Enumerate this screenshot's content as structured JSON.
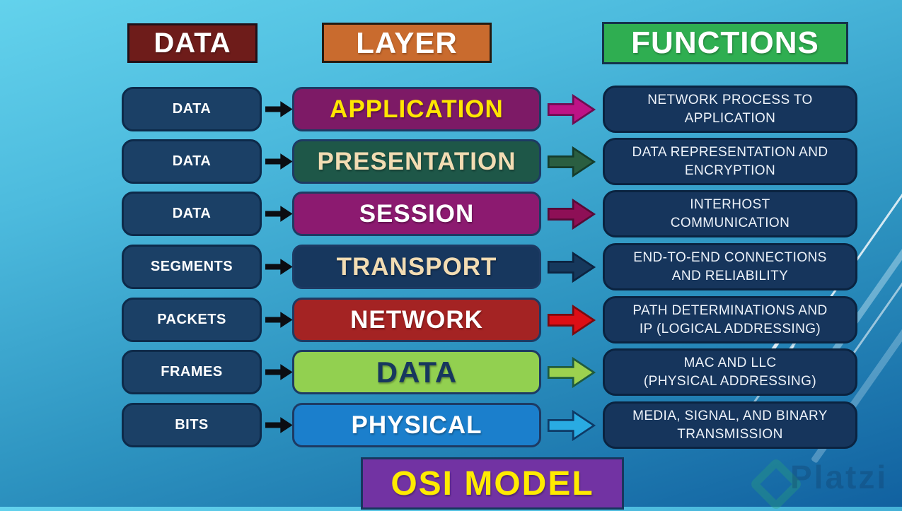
{
  "headers": [
    {
      "label": "DATA",
      "bg": "#6E1C1A"
    },
    {
      "label": "LAYER",
      "bg": "#C96B2E"
    },
    {
      "label": "FUNCTIONS",
      "bg": "#2FAE51"
    }
  ],
  "rows": [
    {
      "unit": "DATA",
      "layer": "APPLICATION",
      "layer_bg": "#7D1A66",
      "layer_color": "#FFE600",
      "arrow_fill": "#BE1386",
      "arrow_stroke": "#6D0D52",
      "function_lines": [
        "NETWORK PROCESS TO",
        "APPLICATION"
      ]
    },
    {
      "unit": "DATA",
      "layer": "PRESENTATION",
      "layer_bg": "#1E5748",
      "layer_color": "#F2DCB3",
      "arrow_fill": "#2A5E41",
      "arrow_stroke": "#143C2C",
      "function_lines": [
        "DATA REPRESENTATION AND",
        "ENCRYPTION"
      ]
    },
    {
      "unit": "DATA",
      "layer": "SESSION",
      "layer_bg": "#8C1A70",
      "layer_color": "#FFFFFF",
      "arrow_fill": "#8E0F56",
      "arrow_stroke": "#570A36",
      "function_lines": [
        "INTERHOST",
        "COMMUNICATION"
      ]
    },
    {
      "unit": "SEGMENTS",
      "layer": "TRANSPORT",
      "layer_bg": "#17375E",
      "layer_color": "#F2DCB3",
      "arrow_fill": "#16385C",
      "arrow_stroke": "#0C2340",
      "function_lines": [
        "END-TO-END CONNECTIONS",
        "AND RELIABILITY"
      ]
    },
    {
      "unit": "PACKETS",
      "layer": "NETWORK",
      "layer_bg": "#A42323",
      "layer_color": "#FFFFFF",
      "arrow_fill": "#DD0E15",
      "arrow_stroke": "#7A0A10",
      "function_lines": [
        "PATH DETERMINATIONS AND",
        "IP (LOGICAL ADDRESSING)"
      ]
    },
    {
      "unit": "FRAMES",
      "layer": "DATA",
      "layer_bg": "#92D050",
      "layer_color": "#17375E",
      "arrow_fill": "#9CD14F",
      "arrow_stroke": "#1F5B3F",
      "function_lines": [
        "MAC AND LLC",
        "(PHYSICAL ADDRESSING)"
      ]
    },
    {
      "unit": "BITS",
      "layer": "PHYSICAL",
      "layer_bg": "#1B7FCC",
      "layer_color": "#FFFFFF",
      "arrow_fill": "#29ABE2",
      "arrow_stroke": "#0E3A66",
      "function_lines": [
        "MEDIA, SIGNAL, AND BINARY",
        "TRANSMISSION"
      ]
    }
  ],
  "footer": {
    "title": "OSI MODEL",
    "bg": "#7233A3",
    "color": "#FFEB00"
  },
  "watermark": {
    "text": "Platzi",
    "diamond_color": "#2CA476"
  },
  "colors": {
    "unit_box_bg": "#1B4066",
    "function_box_bg": "#16355C",
    "box_border": "#0D2A4A",
    "black_arrow": "#0B0D12",
    "background_top": "#63D2EC",
    "background_bottom": "#1161A0"
  }
}
